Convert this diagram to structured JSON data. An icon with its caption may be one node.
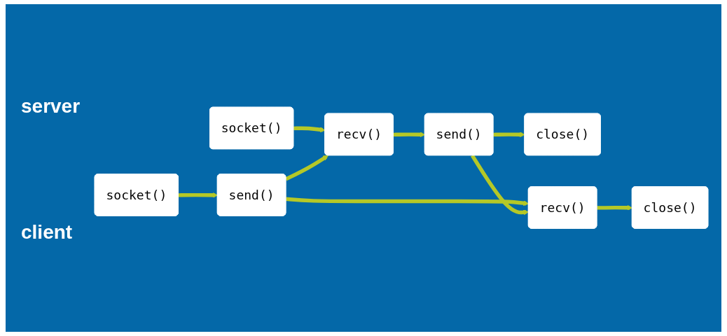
{
  "diagram": {
    "nodes": [
      {
        "text": [
          "socket()"
        ]
      },
      {
        "text": [
          "recv()"
        ]
      },
      {
        "text": [
          "send()"
        ]
      },
      {
        "text": [
          "close()"
        ]
      },
      {
        "text": [
          "socket()"
        ]
      },
      {
        "text": [
          "send()"
        ]
      },
      {
        "text": [
          "recv()"
        ]
      },
      {
        "text": [
          "close()"
        ]
      }
    ],
    "edges": [
      {
        "from": 0,
        "to": 1,
        "arrow": "to"
      },
      {
        "from": 1,
        "to": 2,
        "arrow": "to"
      },
      {
        "from": 2,
        "to": 3,
        "arrow": "to"
      },
      {
        "from": 4,
        "to": 5,
        "arrow": "to"
      },
      {
        "from": 5,
        "to": 6,
        "arrow": "to"
      },
      {
        "from": 6,
        "to": 7,
        "arrow": "to"
      },
      {
        "from": 5,
        "to": 1,
        "arrow": "to"
      },
      {
        "from": 2,
        "to": 6,
        "arrow": "to"
      }
    ],
    "labels": [
      "server",
      "client"
    ]
  }
}
